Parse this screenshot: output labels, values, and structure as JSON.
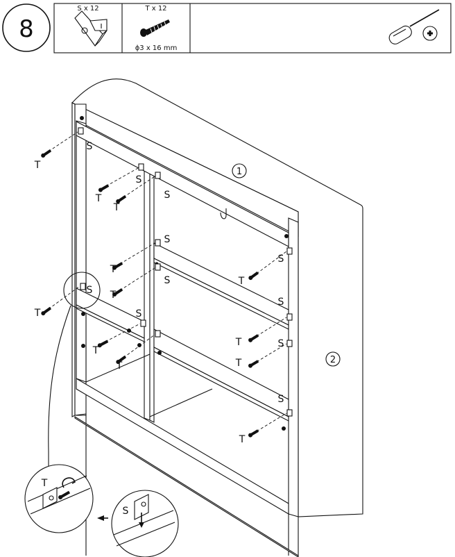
{
  "step": {
    "number": "8"
  },
  "parts": [
    {
      "id": "S",
      "quantity_label": "S x 12",
      "icon": "corner-bracket-icon"
    },
    {
      "id": "T",
      "quantity_label": "T x 12",
      "spec": "ϕ3 x 16 mm",
      "icon": "screw-icon"
    }
  ],
  "tool": {
    "icon": "phillips-screwdriver-icon"
  },
  "callouts": {
    "one": "1",
    "two": "2"
  },
  "labels": {
    "bracket": "S",
    "screw": "T"
  }
}
